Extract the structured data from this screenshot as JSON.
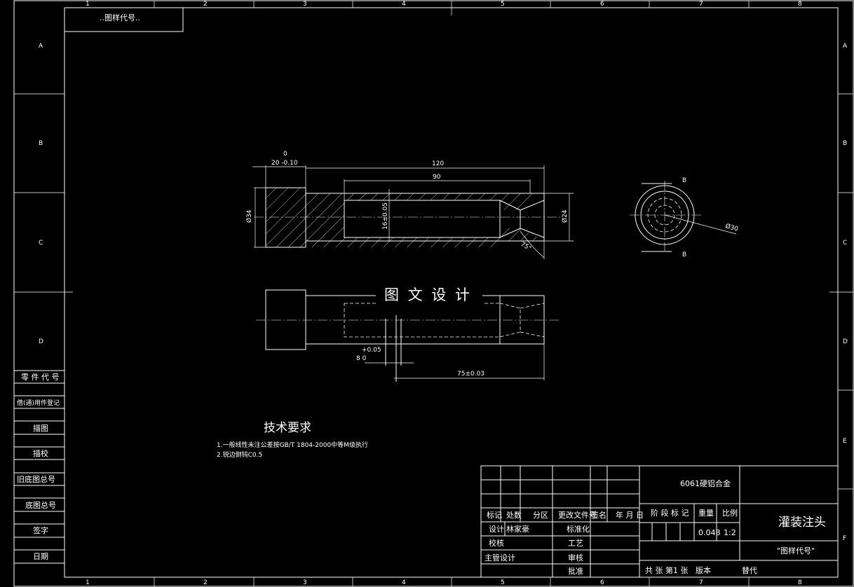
{
  "zone_cols": [
    "1",
    "2",
    "3",
    "4",
    "5",
    "6",
    "7",
    "8"
  ],
  "zone_rows": [
    "A",
    "B",
    "C",
    "D",
    "E",
    "F"
  ],
  "corner_stamp": "..图样代号..",
  "left_panel": [
    "零 件 代 号",
    "借(通)用件登记",
    "描图",
    "描校",
    "旧底图总号",
    "底图总号",
    "签字",
    "日期"
  ],
  "dims": {
    "top_tol": "0",
    "left_len": "20 -0.10",
    "overall": "120",
    "bore_len": "90",
    "dia_left": "Ø34",
    "bore_dia": "16±0.05",
    "dia_right": "Ø24",
    "chamfer_angle": "75°",
    "circle_dia": "Ø30",
    "section_b_top": "B",
    "section_b_bottom": "B",
    "tol_upper": "+0.05",
    "tol_base": "8   0",
    "pos_len": "75±0.03"
  },
  "watermark": "图 文 设 计",
  "tech_req": {
    "title": "技术要求",
    "lines": [
      "1.一般线性未注公差按GB/T 1804-2000中等M级执行",
      "2.锐边倒钝C0.5"
    ]
  },
  "title_block": {
    "material": "6061硬铝合金",
    "part_name": "灌装注头",
    "drawing_code": "\"图样代号\"",
    "headers": [
      "标记",
      "处数",
      "分区",
      "更改文件号",
      "签名",
      "年 月 日"
    ],
    "stage_label": "阶 段 标 记",
    "weight_label": "重量",
    "scale_label": "比例",
    "weight": "0.048",
    "scale": "1:2",
    "design_label": "设计",
    "designer": "林家豪",
    "standard_label": "标准化",
    "check_label": "校核",
    "process_label": "工艺",
    "chief_label": "主管设计",
    "review_label": "审核",
    "approve_label": "批准",
    "sheets": "共  张  第1 张",
    "version": "版本",
    "replace": "替代"
  }
}
